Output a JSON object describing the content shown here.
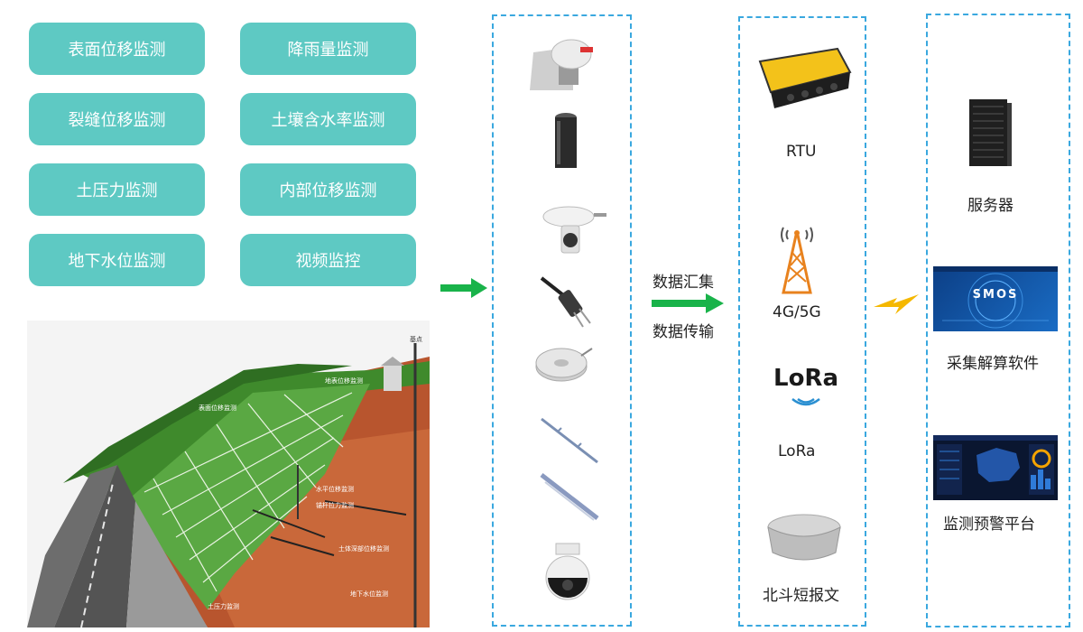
{
  "categories": [
    {
      "label": "表面位移监测"
    },
    {
      "label": "降雨量监测"
    },
    {
      "label": "裂缝位移监测"
    },
    {
      "label": "土壤含水率监测"
    },
    {
      "label": "土压力监测"
    },
    {
      "label": "内部位移监测"
    },
    {
      "label": "地下水位监测"
    },
    {
      "label": "视频监控"
    }
  ],
  "scene": {
    "tags": [
      "基点",
      "地表位移监测",
      "表面位移监测",
      "水平位移监测",
      "锚杆拉力监测",
      "土体深部位移监测",
      "地下水位监测",
      "土压力监测"
    ]
  },
  "transfer": {
    "label1": "数据汇集",
    "label2": "数据传输"
  },
  "transmission": {
    "rtu": "RTU",
    "cellular": "4G/5G",
    "lora_logo": "LoRa",
    "lora": "LoRa",
    "beidou": "北斗短报文"
  },
  "platform": {
    "server": "服务器",
    "software": "采集解算软件",
    "software_screen_text": "SMOS",
    "warning": "监测预警平台"
  },
  "colors": {
    "accent": "#5ec9c3",
    "dashed": "#3aa8df",
    "arrow": "#19b34a",
    "lightning": "#f5b800"
  }
}
